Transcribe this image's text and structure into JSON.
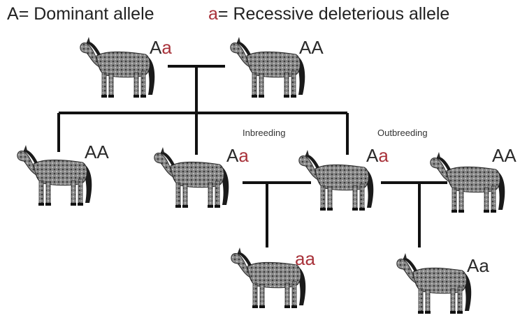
{
  "legend": {
    "dominant_symbol": "A",
    "dominant_text": "= Dominant allele",
    "recessive_symbol": "a",
    "recessive_text": "= Recessive deleterious allele"
  },
  "colors": {
    "recessive_allele": "#a8323a",
    "dominant_allele": "#2a2a2a",
    "lines": "#111111",
    "horse_body": "#6b6b6b"
  },
  "genotypes": {
    "parent_left": {
      "dom": "A",
      "rec": "a"
    },
    "parent_right": {
      "dom": "AA",
      "rec": ""
    },
    "child_1": {
      "dom": "AA",
      "rec": ""
    },
    "child_2": {
      "dom": "A",
      "rec": "a"
    },
    "child_3": {
      "dom": "A",
      "rec": "a"
    },
    "outside_mate": {
      "dom": "AA",
      "rec": ""
    },
    "inbred_offspring": {
      "dom": "",
      "rec": "aa"
    },
    "outbred_offspring": {
      "dom": "Aa",
      "rec": ""
    }
  },
  "labels": {
    "inbreeding": "Inbreeding",
    "outbreeding": "Outbreeding"
  },
  "icons": {
    "horse": "horse-icon"
  }
}
